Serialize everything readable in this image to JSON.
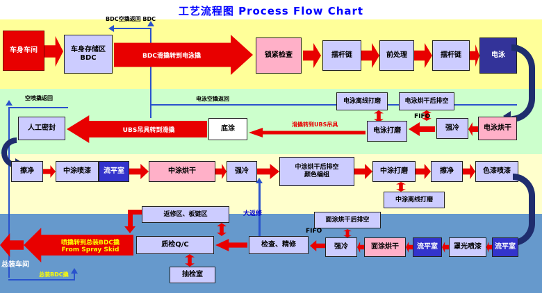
{
  "title": "工艺流程图 Process Flow Chart",
  "colors": {
    "title_blue": "#0000FF",
    "band_yellow": "#FFFF99",
    "band_green": "#CCFFCC",
    "band_cream": "#FFFFCC",
    "band_blue": "#6699CC",
    "arrow_red": "#E80000",
    "box_lavender": "#CCCCFF",
    "box_pink": "#FFB0C8",
    "box_navy": "#333399",
    "box_royal_blue": "#3333CC",
    "return_line_blue": "#2952CC",
    "curve_navy": "#1F2D6E"
  },
  "row1": {
    "body_shop": "车身车间",
    "bdc_storage1": "车身存储区",
    "bdc_storage2": "BDC",
    "bdc_return": "BDC空撬返回  BDC",
    "skid_transfer": "BDC滑撬转到电泳撬",
    "lock_check": "锁紧检查",
    "swing_chain1": "摆杆链",
    "pretreatment": "前处理",
    "swing_chain2": "摆杆链",
    "electrocoat": "电泳"
  },
  "row2": {
    "empty_spray_return": "空喷撬返回",
    "ed_empty_return": "电泳空撬返回",
    "ed_offline_polish": "电泳离线打磨",
    "ed_oven_vent": "电泳烘干后排空",
    "fifo": "FIFO",
    "cooling": "强冷",
    "ed_oven": "电泳烘干",
    "ed_polish": "电泳打磨",
    "skid_to_ubs": "滑撬转到UBS吊具",
    "primer": "底涂",
    "ubs_to_skid": "UBS吊具转到滑撬",
    "manual_seal": "人工密封"
  },
  "row3": {
    "wipe1": "擦净",
    "mid_spray": "中涂喷漆",
    "flow_room": "流平室",
    "mid_oven": "中涂烘干",
    "cooling": "强冷",
    "mid_vent1": "中涂烘干后排空",
    "mid_vent2": "颜色编组",
    "mid_polish": "中涂打磨",
    "wipe2": "擦净",
    "color_spray": "色漆喷漆",
    "mid_offline_polish": "中涂离线打磨",
    "big_repair": "大返修"
  },
  "row4": {
    "repair_area": "返修区、板链区",
    "topcoat_vent": "面涂烘干后排空",
    "fifo": "FIFO",
    "qc": "质检Q/C",
    "inspect": "检查、精修",
    "cooling": "强冷",
    "topcoat_oven": "面涂烘干",
    "flow_room1": "流平室",
    "clearcoat": "罩光喷漆",
    "flow_room2": "流平室",
    "sample_room": "抽检室",
    "spray_to_assembly1": "喷撬转到总装BDC撬",
    "spray_to_assembly2": "From Spray Skid",
    "assembly_shop": "总装车间",
    "assembly_bdc": "总装BDC撬"
  }
}
